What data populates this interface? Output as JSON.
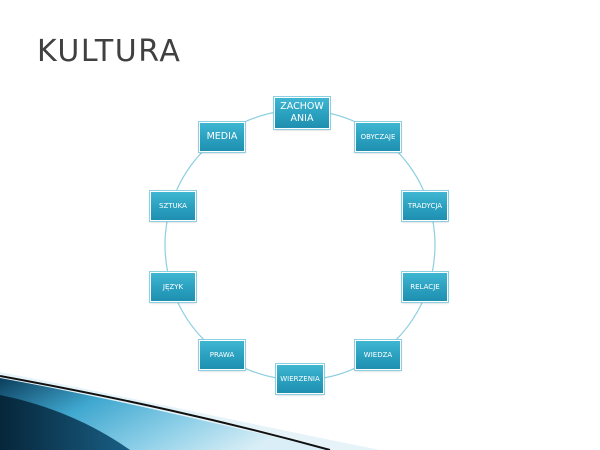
{
  "slide": {
    "title": "KULTURA"
  },
  "diagram": {
    "type": "cycle",
    "nodes": [
      {
        "id": "zachowania",
        "label": "ZACHOW\nANIA"
      },
      {
        "id": "obyczaje",
        "label": "OBYCZAJE"
      },
      {
        "id": "tradycja",
        "label": "TRADYCJA"
      },
      {
        "id": "relacje",
        "label": "RELACJE"
      },
      {
        "id": "wiedza",
        "label": "WIEDZA"
      },
      {
        "id": "wierzenia",
        "label": "WIERZENIA"
      },
      {
        "id": "prawa",
        "label": "PRAWA"
      },
      {
        "id": "jezyk",
        "label": "JĘZYK"
      },
      {
        "id": "sztuka",
        "label": "SZTUKA"
      },
      {
        "id": "media",
        "label": "MEDIA"
      }
    ]
  },
  "colors": {
    "node_fill": "#2ea5c5",
    "ring_line": "#8ccfe0",
    "title_text": "#404040",
    "accent_dark": "#0a3550",
    "accent_light": "#4fb3d9"
  }
}
